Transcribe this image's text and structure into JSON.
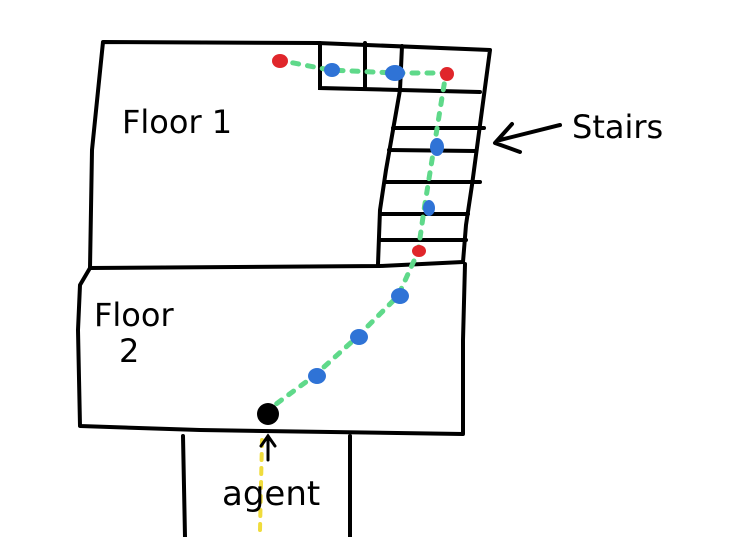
{
  "labels": {
    "floor1": "Floor 1",
    "floor2_line1": "Floor",
    "floor2_line2": "2",
    "stairs": "Stairs",
    "agent": "agent"
  },
  "colors": {
    "ink": "#000000",
    "path": "#5fd98a",
    "waypoint": "#2f73d6",
    "checkpoint": "#e0262b",
    "agent": "#000000",
    "agent_trail": "#f0dc3c"
  },
  "icons": {
    "stairs_pointer": "arrow-left-icon",
    "agent_marker": "agent-dot-icon"
  }
}
